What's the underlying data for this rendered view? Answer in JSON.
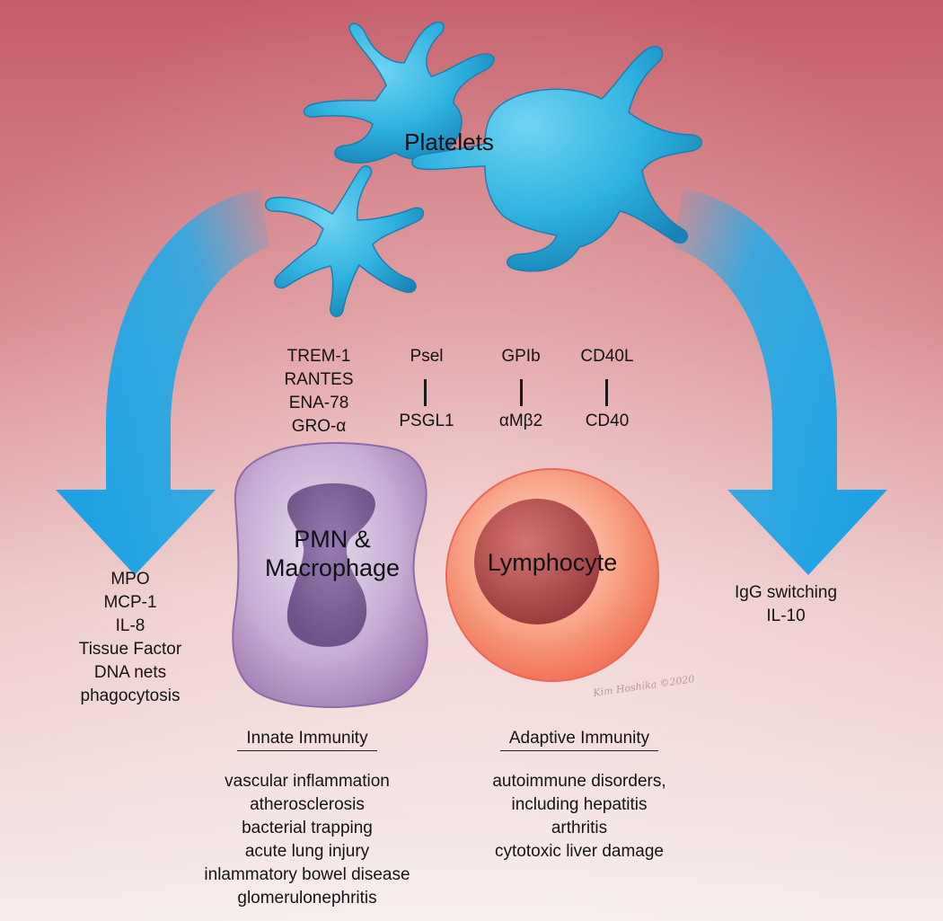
{
  "title": "Platelets",
  "colors": {
    "background_top": "#c9646e",
    "background_bottom": "#f5e7e8",
    "platelet": "#2eb2e0",
    "arrow": "#29a9e4",
    "pmn_cell": "#b292c4",
    "pmn_nucleus": "#6b4d86",
    "lymphocyte_cell": "#f58b6a",
    "lymphocyte_nucleus": "#a8383c"
  },
  "mediators": {
    "soluble": [
      "TREM-1",
      "RANTES",
      "ENA-78",
      "GRO-α"
    ],
    "pairs": [
      {
        "top": "Psel",
        "bottom": "PSGL1"
      },
      {
        "top": "GPIb",
        "bottom": "αMβ2"
      },
      {
        "top": "CD40L",
        "bottom": "CD40"
      }
    ]
  },
  "cells": {
    "pmn": {
      "line1": "PMN &",
      "line2": "Macrophage"
    },
    "lymphocyte": {
      "label": "Lymphocyte"
    }
  },
  "left_effects": [
    "MPO",
    "MCP-1",
    "IL-8",
    "Tissue Factor",
    "DNA nets",
    "phagocytosis"
  ],
  "right_effects": [
    "IgG switching",
    "IL-10"
  ],
  "innate": {
    "heading": "Innate Immunity",
    "items": [
      "vascular inflammation",
      "atherosclerosis",
      "bacterial trapping",
      "acute lung injury",
      "inlammatory bowel disease",
      "glomerulonephritis"
    ]
  },
  "adaptive": {
    "heading": "Adaptive Immunity",
    "items": [
      "autoimmune disorders,",
      "including hepatitis",
      "arthritis",
      "cytotoxic liver damage"
    ]
  },
  "signature": "Kim Hoshika ©2020"
}
